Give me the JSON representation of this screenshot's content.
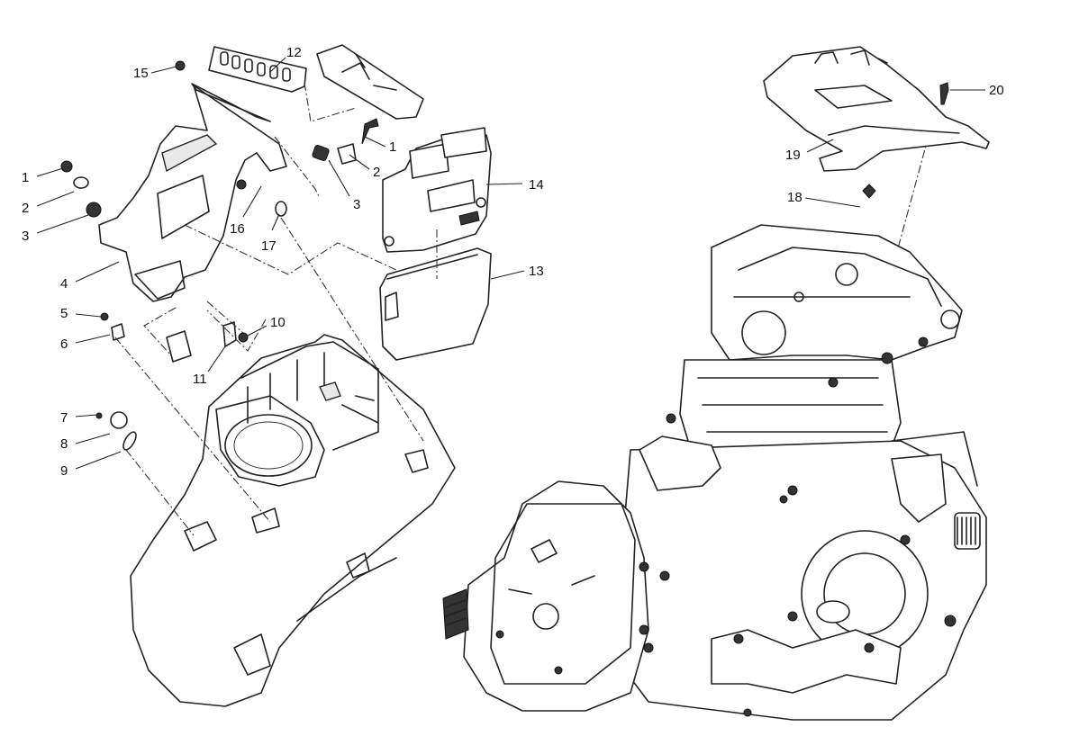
{
  "diagram": {
    "type": "exploded-parts-diagram",
    "subject": "Engine control unit mounting, covers and hardware",
    "callouts": [
      {
        "label": "15",
        "part": "nut"
      },
      {
        "label": "12",
        "part": "connector-holder"
      },
      {
        "label": "1",
        "part": "screw"
      },
      {
        "label": "2",
        "part": "washer"
      },
      {
        "label": "3",
        "part": "rubber-grommet"
      },
      {
        "label": "4",
        "part": "ecu-bracket"
      },
      {
        "label": "16",
        "part": "nut"
      },
      {
        "label": "17",
        "part": "spacer"
      },
      {
        "label": "1",
        "part": "screw"
      },
      {
        "label": "2",
        "part": "bush"
      },
      {
        "label": "3",
        "part": "rubber-grommet"
      },
      {
        "label": "14",
        "part": "engine-control-unit"
      },
      {
        "label": "13",
        "part": "ecu-cover"
      },
      {
        "label": "5",
        "part": "screw"
      },
      {
        "label": "6",
        "part": "clamp"
      },
      {
        "label": "10",
        "part": "screw"
      },
      {
        "label": "11",
        "part": "bracket"
      },
      {
        "label": "7",
        "part": "screw"
      },
      {
        "label": "8",
        "part": "connector"
      },
      {
        "label": "9",
        "part": "seal"
      },
      {
        "label": "20",
        "part": "screw"
      },
      {
        "label": "19",
        "part": "cover"
      },
      {
        "label": "18",
        "part": "wing-nut"
      }
    ]
  }
}
